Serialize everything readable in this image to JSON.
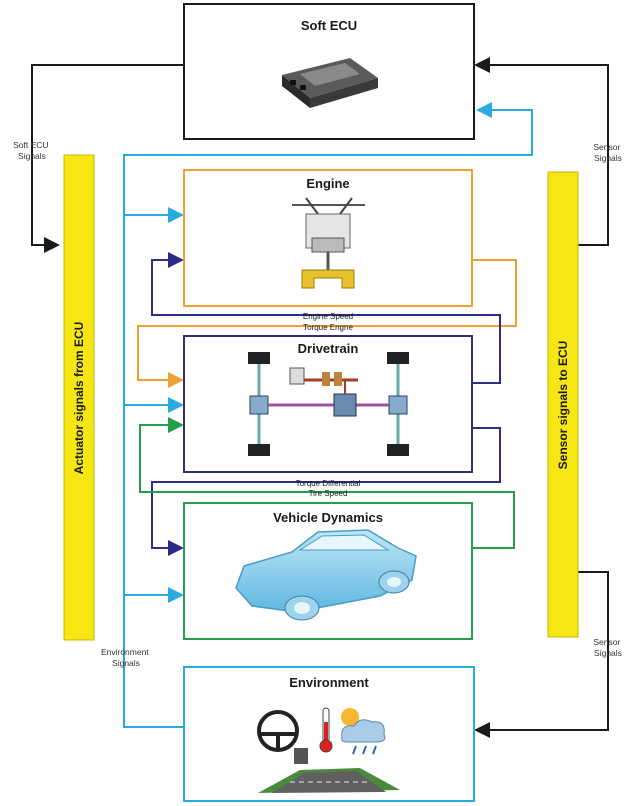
{
  "colors": {
    "black": "#1a1a1a",
    "cyan": "#29abe2",
    "orange": "#f0a030",
    "navy": "#2b2d86",
    "green": "#22a14a",
    "yellow": "#f5e614"
  },
  "blocks": {
    "soft_ecu": {
      "title": "Soft ECU",
      "icon": "ecu-module-icon"
    },
    "engine": {
      "title": "Engine",
      "icon": "engine-piston-icon"
    },
    "drivetrain": {
      "title": "Drivetrain",
      "icon": "drivetrain-schematic-icon"
    },
    "vehicle_dynamics": {
      "title": "Vehicle Dynamics",
      "icon": "car-icon"
    },
    "environment": {
      "title": "Environment",
      "icons": [
        "steering-wheel-icon",
        "thermometer-icon",
        "weather-icon",
        "road-icon"
      ]
    }
  },
  "bars": {
    "actuator": "Actuator signals from ECU",
    "sensor": "Sensor signals to ECU"
  },
  "side_labels": {
    "soft_ecu_signals": [
      "Soft ECU",
      "Signals"
    ],
    "sensor_signals_top": [
      "Sensor",
      "Signals"
    ],
    "sensor_signals_bottom": [
      "Sensor",
      "Signals"
    ],
    "environment_signals": [
      "Environment",
      "Signals"
    ]
  },
  "wire_labels": {
    "engine_speed": "Engine Speed",
    "torque_engine": "Torque Engne",
    "torque_differential": "Torque Differential",
    "tire_speed": "Tire Speed"
  }
}
